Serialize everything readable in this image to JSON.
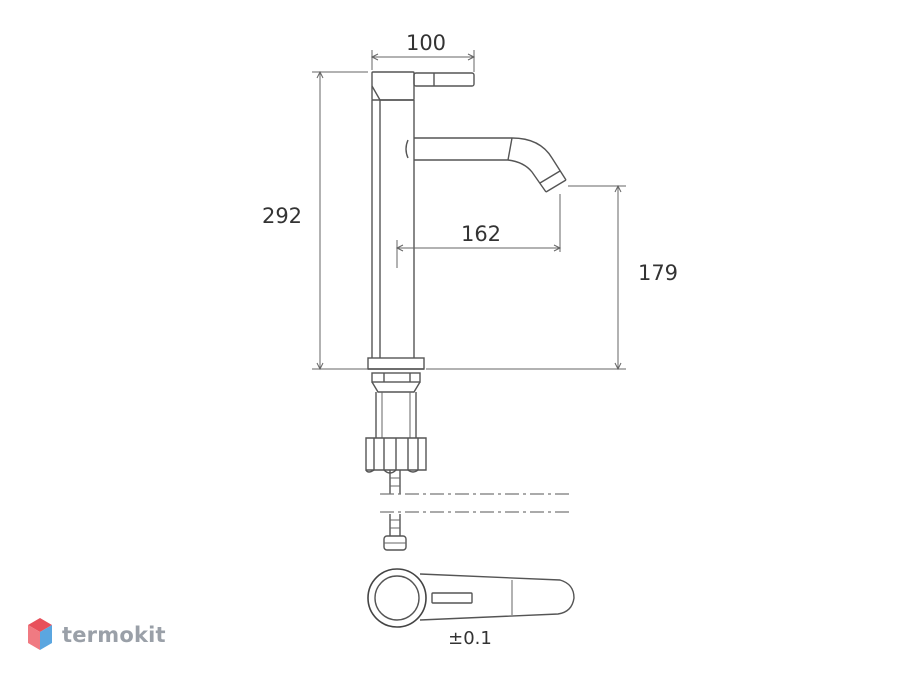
{
  "dimensions": {
    "top_width": "100",
    "total_height": "292",
    "spout_reach": "162",
    "spout_height": "179",
    "tolerance": "±0.1"
  },
  "brand": {
    "name": "termokit",
    "colors": {
      "logo_red": "#e8505b",
      "logo_blue": "#5ba6e0",
      "text": "#9aa0a8"
    }
  },
  "colors": {
    "line": "#555555",
    "text": "#333333"
  }
}
